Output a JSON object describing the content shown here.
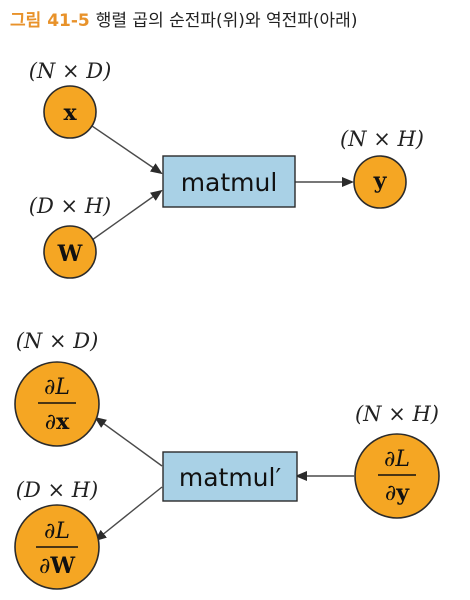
{
  "caption": {
    "figure_number": "그림 41-5",
    "text": "행렬 곱의 순전파(위)와 역전파(아래)"
  },
  "forward": {
    "x_dim": "(N × D)",
    "x_label": "x",
    "w_dim": "(D × H)",
    "w_label": "W",
    "op_label": "matmul",
    "y_dim": "(N × H)",
    "y_label": "y"
  },
  "backward": {
    "dx_dim": "(N × D)",
    "dx_num": "∂L",
    "dx_den_partial": "∂",
    "dx_den_var": "x",
    "dw_dim": "(D × H)",
    "dw_num": "∂L",
    "dw_den_partial": "∂",
    "dw_den_var": "W",
    "op_label": "matmul′",
    "dy_dim": "(N × H)",
    "dy_num": "∂L",
    "dy_den_partial": "∂",
    "dy_den_var": "y"
  },
  "colors": {
    "node_fill": "#f5a623",
    "op_fill": "#a9d1e6",
    "figure_number": "#e8922a"
  }
}
